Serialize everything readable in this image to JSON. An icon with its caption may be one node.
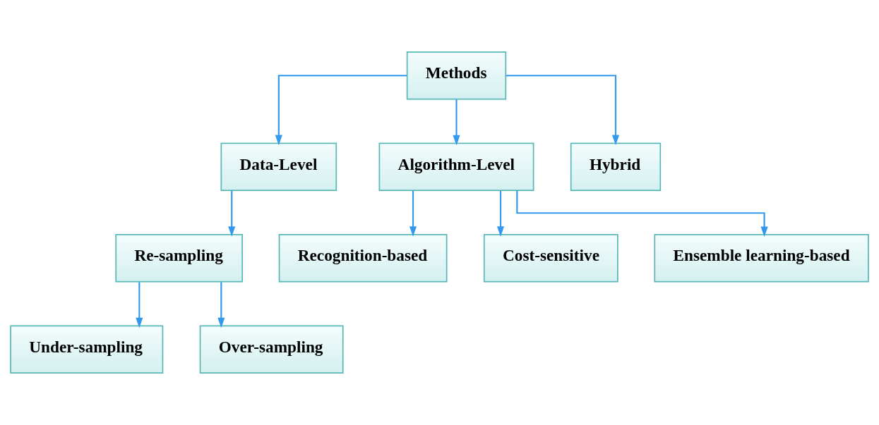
{
  "diagram": {
    "nodes": [
      {
        "text": [
          "Methods"
        ]
      },
      {
        "text": [
          "Data-Level"
        ]
      },
      {
        "text": [
          "Algorithm-Level"
        ]
      },
      {
        "text": [
          "Hybrid"
        ]
      },
      {
        "text": [
          "Re-sampling"
        ]
      },
      {
        "text": [
          "Recognition-based"
        ]
      },
      {
        "text": [
          "Cost-sensitive"
        ]
      },
      {
        "text": [
          "Ensemble learning-based"
        ]
      },
      {
        "text": [
          "Under-sampling"
        ]
      },
      {
        "text": [
          "Over-sampling"
        ]
      }
    ],
    "edges": [
      {
        "from": 0,
        "to": 1,
        "arrow": "to"
      },
      {
        "from": 0,
        "to": 2,
        "arrow": "to"
      },
      {
        "from": 0,
        "to": 3,
        "arrow": "to"
      },
      {
        "from": 1,
        "to": 4,
        "arrow": "to"
      },
      {
        "from": 2,
        "to": 5,
        "arrow": "to"
      },
      {
        "from": 2,
        "to": 6,
        "arrow": "to"
      },
      {
        "from": 2,
        "to": 7,
        "arrow": "to"
      },
      {
        "from": 4,
        "to": 8,
        "arrow": "to"
      },
      {
        "from": 4,
        "to": 9,
        "arrow": "to"
      }
    ]
  }
}
